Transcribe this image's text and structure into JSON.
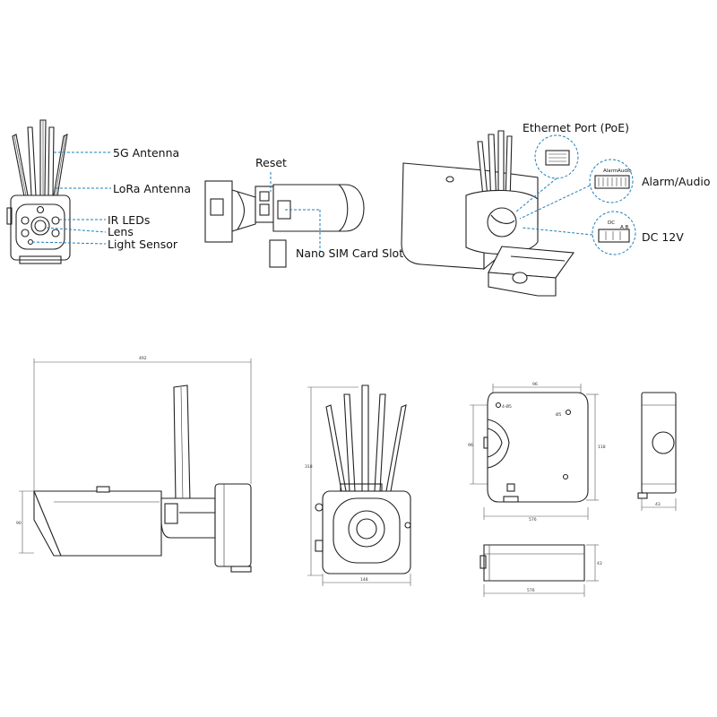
{
  "callouts": {
    "antenna_5g": "5G Antenna",
    "lora_antenna": "LoRa Antenna",
    "ir_leds": "IR LEDs",
    "lens": "Lens",
    "light_sensor": "Light Sensor",
    "reset": "Reset",
    "nano_sim": "Nano SIM Card Slot",
    "ethernet": "Ethernet Port (PoE)",
    "alarm_audio": "Alarm/Audio",
    "dc12v": "DC 12V"
  },
  "inset_text": {
    "alarm": "Alarm",
    "audio": "Audio",
    "dc": "DC",
    "ab": "A B"
  },
  "dimensions": {
    "side_length": "492",
    "side_height": "90",
    "front_height": "318",
    "front_width": "148",
    "base_top_width": "96",
    "base_left_height": "96",
    "base_right_height": "118",
    "base_bottom_width": "576",
    "base_hole_a": "4-Ø5",
    "base_hole_b": "Ø5",
    "base_side_width": "43",
    "base_low_width": "576",
    "base_low_height": "43"
  },
  "colors": {
    "callout_line": "#1e7fb8",
    "outline": "#222222"
  }
}
